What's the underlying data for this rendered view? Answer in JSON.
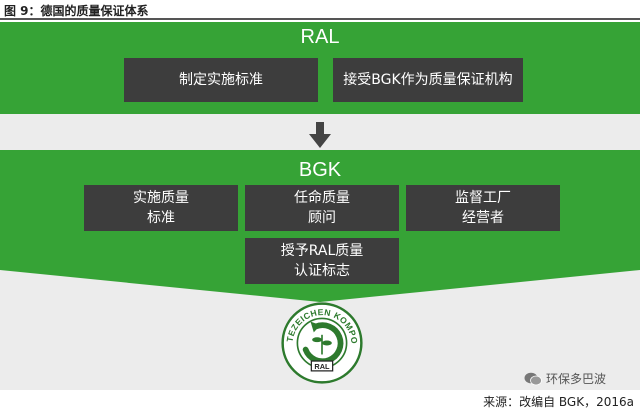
{
  "figure": {
    "title": "图 9：德国的质量保证体系",
    "source": "来源：改编自 BGK，2016a"
  },
  "ral": {
    "label": "RAL",
    "boxes": [
      "制定实施标准",
      "接受BGK作为质量保证机构"
    ]
  },
  "bgk": {
    "label": "BGK",
    "boxes": [
      {
        "line1": "实施质量",
        "line2": "标准"
      },
      {
        "line1": "任命质量",
        "line2": "顾问"
      },
      {
        "line1": "监督工厂",
        "line2": "经营者"
      },
      {
        "line1": "授予RAL质量",
        "line2": "认证标志"
      }
    ]
  },
  "seal": {
    "ring_text": "GÜTEZEICHEN KOMPOST",
    "badge": "RAL"
  },
  "watermark": "环保多巴波",
  "colors": {
    "green": "#36a336",
    "dark_box": "#3d3d3d",
    "panel": "#ececec",
    "arrow": "#444444"
  },
  "icons": [
    "down-arrow-icon",
    "compost-seal-icon",
    "wechat-icon"
  ]
}
